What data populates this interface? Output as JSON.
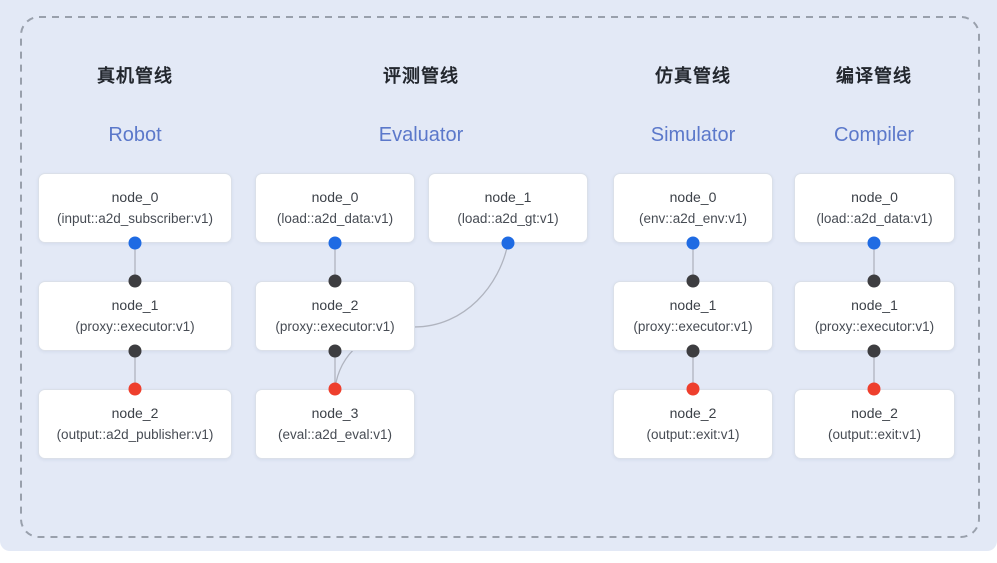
{
  "diagram": {
    "pipelines": [
      {
        "title_zh": "真机管线",
        "title_en": "Robot",
        "nodes": [
          {
            "name": "node_0",
            "detail": "(input::a2d_subscriber:v1)"
          },
          {
            "name": "node_1",
            "detail": "(proxy::executor:v1)"
          },
          {
            "name": "node_2",
            "detail": "(output::a2d_publisher:v1)"
          }
        ]
      },
      {
        "title_zh": "评测管线",
        "title_en": "Evaluator",
        "nodes": [
          {
            "name": "node_0",
            "detail": "(load::a2d_data:v1)"
          },
          {
            "name": "node_1",
            "detail": "(load::a2d_gt:v1)"
          },
          {
            "name": "node_2",
            "detail": "(proxy::executor:v1)"
          },
          {
            "name": "node_3",
            "detail": "(eval::a2d_eval:v1)"
          }
        ]
      },
      {
        "title_zh": "仿真管线",
        "title_en": "Simulator",
        "nodes": [
          {
            "name": "node_0",
            "detail": "(env::a2d_env:v1)"
          },
          {
            "name": "node_1",
            "detail": "(proxy::executor:v1)"
          },
          {
            "name": "node_2",
            "detail": "(output::exit:v1)"
          }
        ]
      },
      {
        "title_zh": "编译管线",
        "title_en": "Compiler",
        "nodes": [
          {
            "name": "node_0",
            "detail": "(load::a2d_data:v1)"
          },
          {
            "name": "node_1",
            "detail": "(proxy::executor:v1)"
          },
          {
            "name": "node_2",
            "detail": "(output::exit:v1)"
          }
        ]
      }
    ]
  },
  "colors": {
    "background": "#e3e9f6",
    "border_dash": "#99a0ac",
    "node_bg": "#ffffff",
    "node_border": "#dbe0e9",
    "node_text": "#3c4148",
    "node_subtext": "#474c54",
    "title_zh": "#23272e",
    "title_en": "#5b78ca",
    "dot_blue": "#1f6be3",
    "dot_black": "#3d3d40",
    "dot_red": "#ee3f2d",
    "edge": "#b0b4bf"
  }
}
